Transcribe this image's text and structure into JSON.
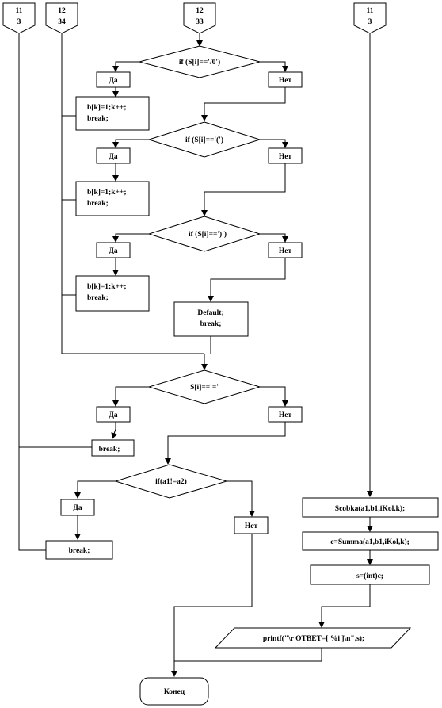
{
  "connectors": {
    "c_11_3_left": [
      "11",
      "3"
    ],
    "c_12_34": [
      "12",
      "34"
    ],
    "c_12_33": [
      "12",
      "33"
    ],
    "c_11_3_right": [
      "11",
      "3"
    ]
  },
  "decisions": {
    "d1": "if (S[i]=='/0')",
    "d2": "if (S[i]=='(')",
    "d3": "if (S[i]==')')",
    "d4": "S[i]=='='",
    "d5": "if(a1!=a2)"
  },
  "labels": {
    "yes": "Да",
    "no": "Нет"
  },
  "process": {
    "p1": [
      "b[k]=1;k++;",
      "break;"
    ],
    "p2": [
      "b[k]=1;k++;",
      "break;"
    ],
    "p3": [
      "b[k]=1;k++;",
      "break;"
    ],
    "default": [
      "Default;",
      "break;"
    ],
    "break_a": "break;",
    "break_b": "break;",
    "scobka": "Scobka(a1,b1,iKol,k);",
    "summa": "c=Summa(a1,b1,iKol,k);",
    "s_assign": "s=(int)c;",
    "printf": "printf(\"\\r ОТВЕТ=[ %i ]\\n\",s);",
    "end": "Конец"
  }
}
